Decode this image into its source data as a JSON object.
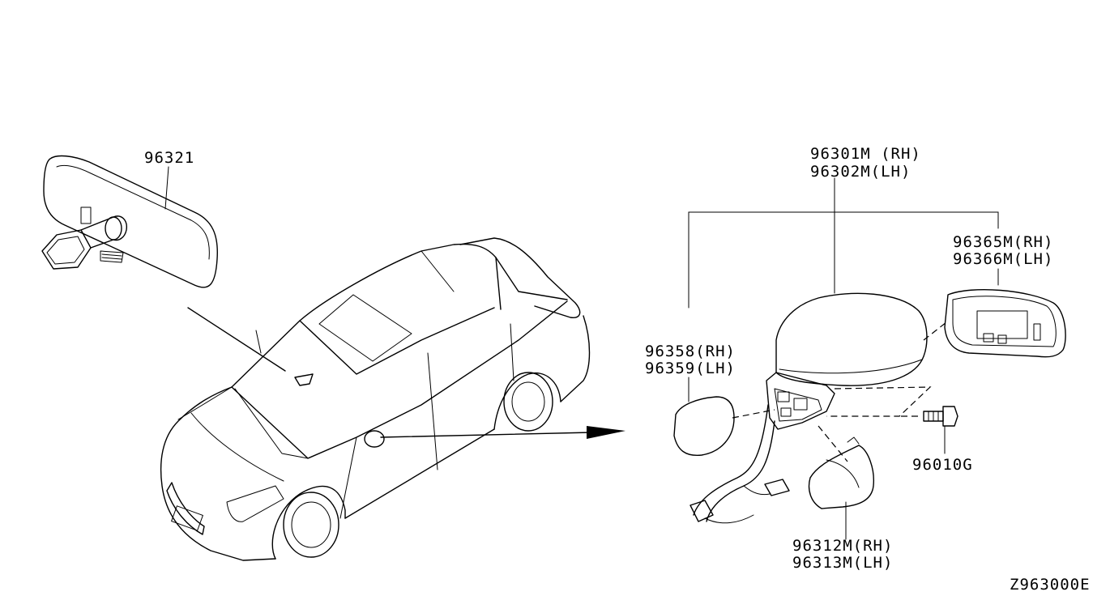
{
  "diagram_code": "Z963000E",
  "parts": {
    "inner_mirror": "96321",
    "mirror_assy_rh": "96301M (RH)",
    "mirror_assy_lh": "96302M(LH)",
    "mirror_glass_rh": "96365M(RH)",
    "mirror_glass_lh": "96366M(LH)",
    "cover_rh": "96358(RH)",
    "cover_lh": "96359(LH)",
    "bolt": "96010G",
    "finisher_rh": "96312M(RH)",
    "finisher_lh": "96313M(LH)"
  }
}
